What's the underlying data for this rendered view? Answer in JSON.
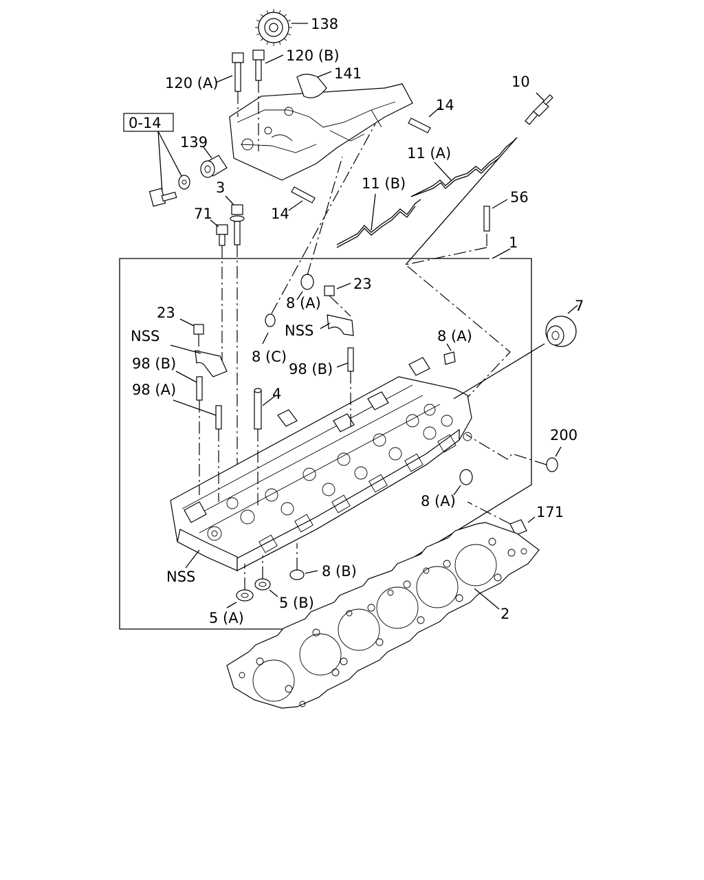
{
  "labels": {
    "p138": "138",
    "p120b": "120 (B)",
    "p120a": "120 (A)",
    "p141": "141",
    "p10": "10",
    "p14_top": "14",
    "p0_14": "0-14",
    "p139": "139",
    "p11a": "11 (A)",
    "p11b": "11 (B)",
    "p3": "3",
    "p14_mid": "14",
    "p71": "71",
    "p56": "56",
    "p1": "1",
    "p23_center": "23",
    "p8a_top": "8 (A)",
    "p7": "7",
    "p23_left": "23",
    "nss_center": "NSS",
    "p8a_right": "8 (A)",
    "nss_left": "NSS",
    "p8c": "8 (C)",
    "p98b_center": "98 (B)",
    "p98b_left": "98 (B)",
    "p98a": "98 (A)",
    "p4": "4",
    "p200": "200",
    "p8a_bottom": "8 (A)",
    "p171": "171",
    "nss_bottom": "NSS",
    "p8b": "8 (B)",
    "p5b": "5 (B)",
    "p2": "2",
    "p5a": "5 (A)"
  }
}
